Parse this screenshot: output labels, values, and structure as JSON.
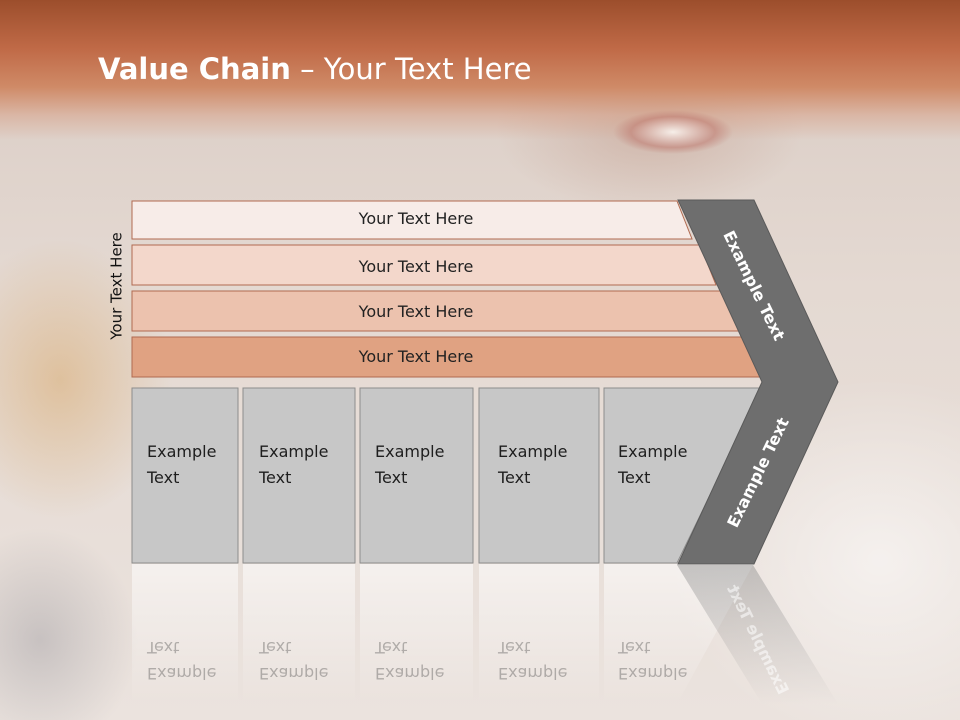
{
  "slide": {
    "title_bold": "Value Chain",
    "title_rest": " – Your Text Here",
    "vertical_label": "Your Text Here"
  },
  "bars": [
    {
      "label": "Your Text Here",
      "color": "#f7ece8"
    },
    {
      "label": "Your Text Here",
      "color": "#f3d7cb"
    },
    {
      "label": "Your Text Here",
      "color": "#ecc2ae"
    },
    {
      "label": "Your Text Here",
      "color": "#e0a282"
    }
  ],
  "columns": [
    {
      "line1": "Example",
      "line2": "Text"
    },
    {
      "line1": "Example",
      "line2": "Text"
    },
    {
      "line1": "Example",
      "line2": "Text"
    },
    {
      "line1": "Example",
      "line2": "Text"
    },
    {
      "line1": "Example",
      "line2": "Text"
    }
  ],
  "chevron": {
    "upper_label": "Example Text",
    "lower_label": "Example Text",
    "color": "#6e6e6e"
  },
  "colors": {
    "header": "#c06a47",
    "bar_border": "#b06a50",
    "column_fill": "#c7c7c7",
    "column_border": "#8c8c8c"
  }
}
